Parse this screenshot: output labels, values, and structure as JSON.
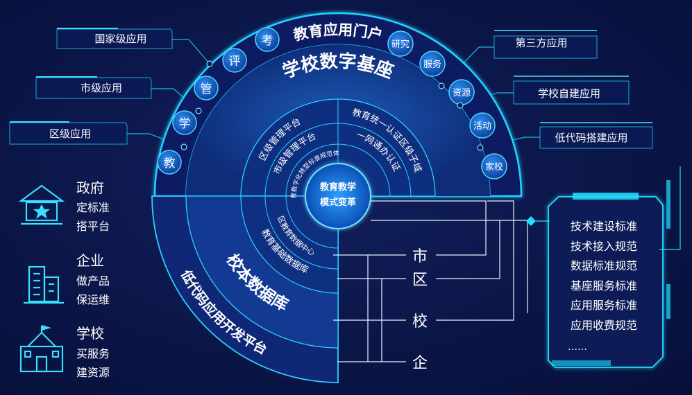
{
  "diagram": {
    "portal": "教育应用门户",
    "foundation": "学校数字基座",
    "center": [
      "教育教学",
      "模式变革"
    ],
    "arc_bubbles_left": [
      "教",
      "学",
      "管",
      "评",
      "考"
    ],
    "arc_bubbles_right": [
      "研究",
      "服务",
      "资源",
      "活动",
      "家校"
    ],
    "platforms_left": [
      "区级管理平台",
      "市级管理平台",
      "教育数字化转型标准规范体系"
    ],
    "platforms_right": [
      "教育统一认证区级子域",
      "一网通办认证"
    ],
    "lower_rings": [
      "低代码应用开发平台",
      "校本数据库",
      "教育基础数据库",
      "区教育数据中心"
    ],
    "apps_left": [
      "国家级应用",
      "市级应用",
      "区级应用"
    ],
    "apps_right": [
      "第三方应用",
      "学校自建应用",
      "低代码搭建应用"
    ],
    "levels": [
      "市",
      "区",
      "校",
      "企"
    ]
  },
  "roles": [
    {
      "name": "政府",
      "lines": [
        "定标准",
        "搭平台"
      ],
      "icon": "government-building-icon"
    },
    {
      "name": "企业",
      "lines": [
        "做产品",
        "保运维"
      ],
      "icon": "office-tower-icon"
    },
    {
      "name": "学校",
      "lines": [
        "买服务",
        "建资源"
      ],
      "icon": "school-building-icon"
    }
  ],
  "standards": [
    "技术建设标准",
    "技术接入规范",
    "数据标准规范",
    "基座服务标准",
    "应用服务标准",
    "应用收费规范",
    "……"
  ],
  "colors": {
    "background": "#0a1442",
    "accent": "#1ee0ff",
    "line": "#1ab8e8",
    "bubble": "#1a6fd1"
  }
}
